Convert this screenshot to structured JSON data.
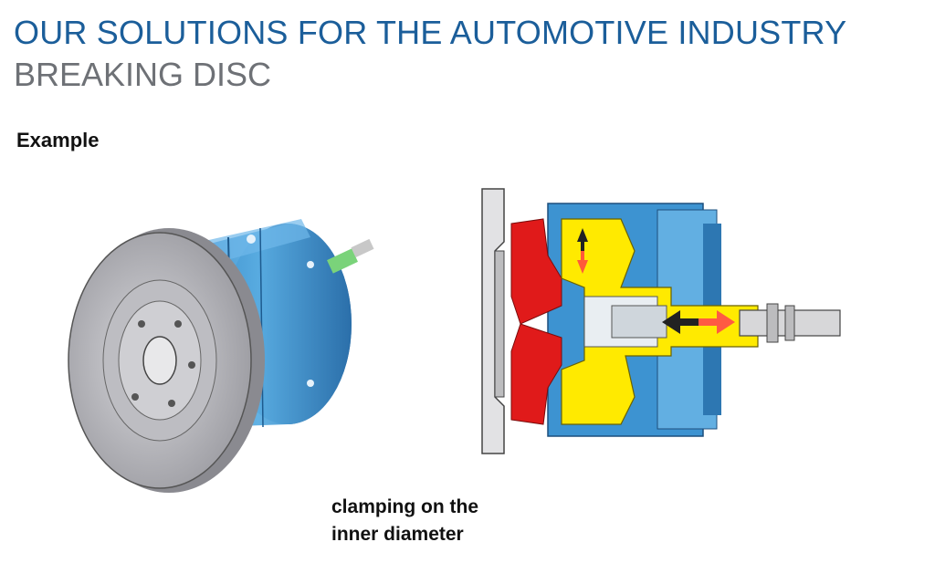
{
  "header": {
    "title": "OUR SOLUTIONS FOR THE AUTOMOTIVE INDUSTRY",
    "subtitle": "BREAKING DISC"
  },
  "section_label": "Example",
  "caption": {
    "line1": "clamping on the",
    "line2": "inner diameter"
  },
  "colors": {
    "title_blue": "#1b5e9a",
    "subtitle_gray": "#6e7176",
    "body_blue": "#3d93d1",
    "clamp_yellow": "#ffea00",
    "jaw_red": "#e01a1a",
    "disc_gray": "#c8c8cc"
  }
}
